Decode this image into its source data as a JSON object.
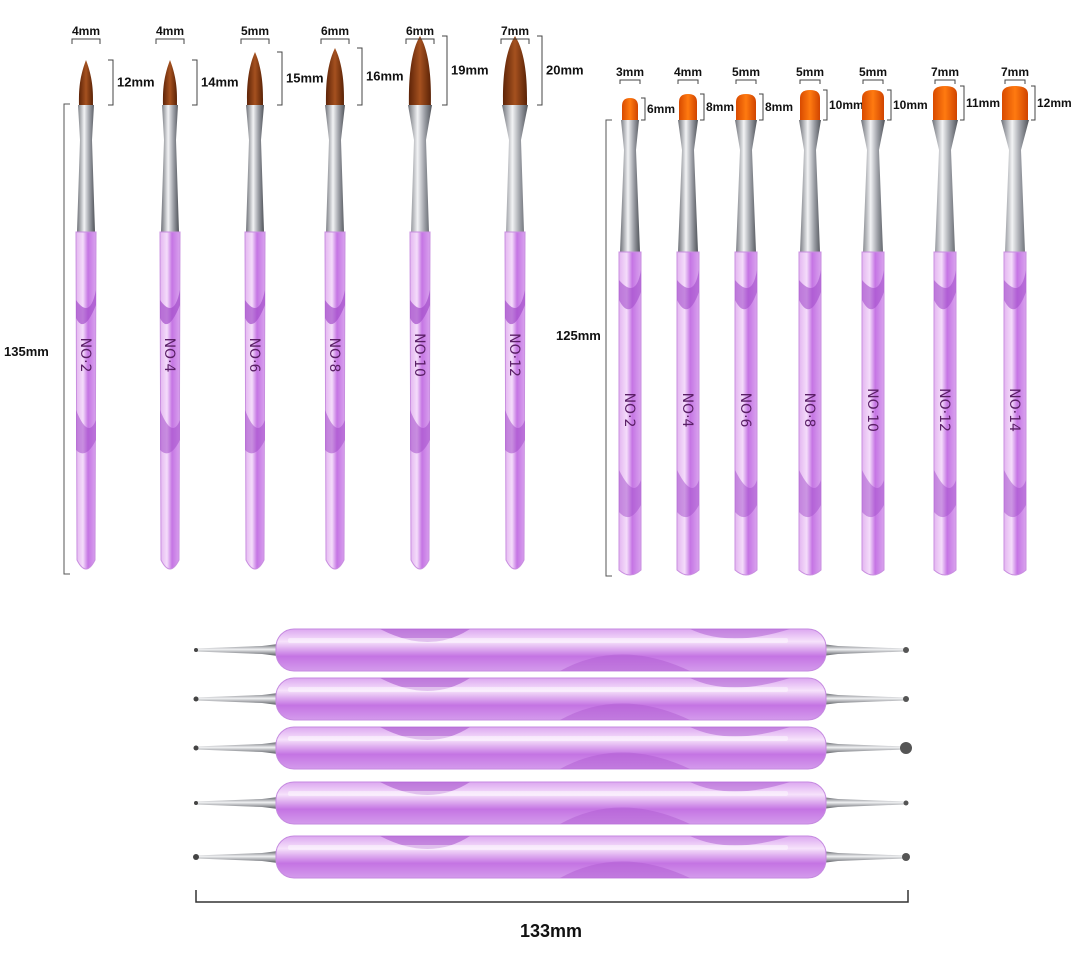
{
  "colors": {
    "acrylic_bristle": "#8a3a14",
    "gel_bristle": "#e85a00",
    "handle_light": "#e9c6f2",
    "handle_mid": "#c87ee0",
    "handle_dark": "#9b45c2",
    "ferrule": "#b9bcc2",
    "dimension_line": "#555555"
  },
  "acrylic_brushes": {
    "length_label": "135mm",
    "items": [
      {
        "number": "NO·2",
        "width": "4mm",
        "bristle": "12mm"
      },
      {
        "number": "NO·4",
        "width": "4mm",
        "bristle": "14mm"
      },
      {
        "number": "NO·6",
        "width": "5mm",
        "bristle": "15mm"
      },
      {
        "number": "NO·8",
        "width": "6mm",
        "bristle": "16mm"
      },
      {
        "number": "NO·10",
        "width": "6mm",
        "bristle": "19mm"
      },
      {
        "number": "NO·12",
        "width": "7mm",
        "bristle": "20mm"
      }
    ]
  },
  "gel_brushes": {
    "length_label": "125mm",
    "items": [
      {
        "number": "NO·2",
        "width": "3mm",
        "bristle": "6mm"
      },
      {
        "number": "NO·4",
        "width": "4mm",
        "bristle": "8mm"
      },
      {
        "number": "NO·6",
        "width": "5mm",
        "bristle": "8mm"
      },
      {
        "number": "NO·8",
        "width": "5mm",
        "bristle": "10mm"
      },
      {
        "number": "NO·10",
        "width": "5mm",
        "bristle": "10mm"
      },
      {
        "number": "NO·12",
        "width": "7mm",
        "bristle": "11mm"
      },
      {
        "number": "NO·14",
        "width": "7mm",
        "bristle": "12mm"
      }
    ]
  },
  "dotting_tools": {
    "length_label": "133mm",
    "count": 5
  }
}
